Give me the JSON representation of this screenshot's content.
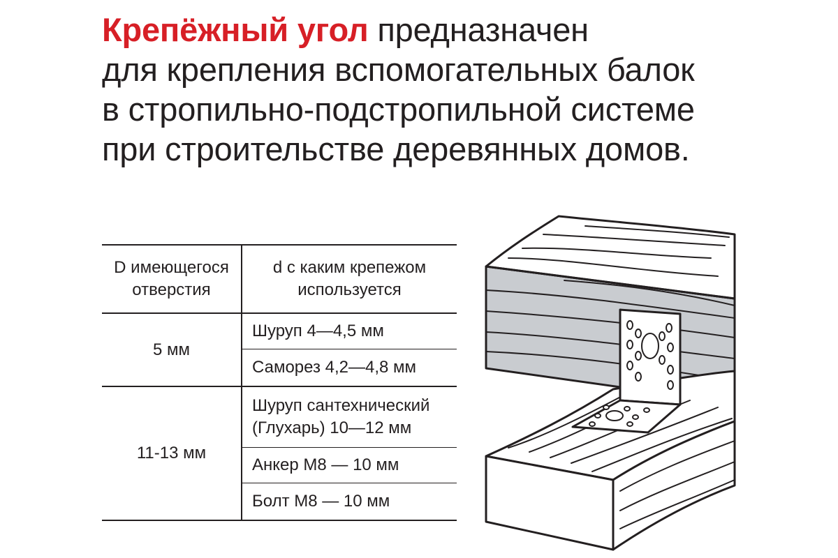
{
  "headline": {
    "accent": "Крепёжный угол",
    "line1_rest": " предназначен",
    "line2": "для крепления вспомогательных балок",
    "line3": "в стропильно-подстропильной системе",
    "line4": "при строительстве деревянных домов."
  },
  "table": {
    "col_diameter_header": [
      "D имеющегося",
      "отверстия"
    ],
    "col_fastener_header": [
      "d с каким крепежом",
      "используется"
    ],
    "groups": [
      {
        "diameter": "5 мм",
        "fasteners": [
          [
            "Шуруп 4—4,5 мм"
          ],
          [
            "Саморез 4,2—4,8 мм"
          ]
        ]
      },
      {
        "diameter": "11-13 мм",
        "fasteners": [
          [
            "Шуруп сантехнический",
            "(Глухарь) 10—12 мм"
          ],
          [
            "Анкер М8 — 10 мм"
          ],
          [
            "Болт М8 — 10 мм"
          ]
        ]
      }
    ]
  },
  "colors": {
    "accent": "#d71f26",
    "text": "#231f20",
    "wood_side": "#c9ccd0",
    "wood_top": "#ffffff"
  }
}
